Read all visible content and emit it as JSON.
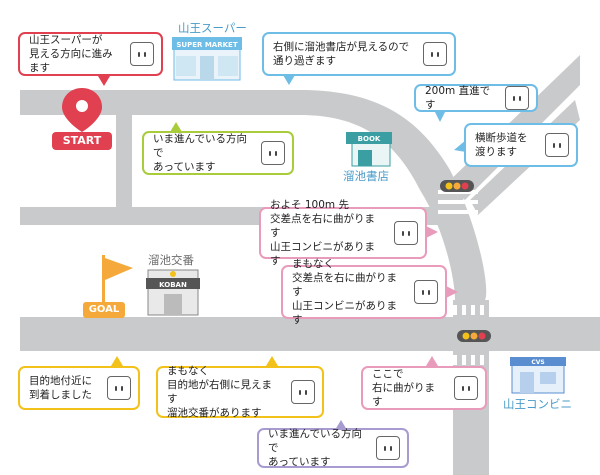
{
  "markers": {
    "start": "START",
    "goal": "GOAL"
  },
  "buildings": {
    "supermarket": {
      "name": "山王スーパー",
      "sign": "SUPER MARKET"
    },
    "bookstore": {
      "name": "溜池書店",
      "sign": "BOOK"
    },
    "koban": {
      "name": "溜池交番",
      "sign": "KOBAN"
    },
    "convenience": {
      "name": "山王コンビニ",
      "sign": "CVS"
    }
  },
  "bubbles": {
    "b1": "山王スーパーが\n見える方向に進みます",
    "b2": "右側に溜池書店が見えるので\n通り過ぎます",
    "b3": "200m 直進です",
    "b4": "いま進んでいる方向で\nあっています",
    "b5": "横断歩道を\n渡ります",
    "b6": "およそ 100m 先\n交差点を右に曲がります\n山王コンビニがあります",
    "b7": "まもなく\n交差点を右に曲がります\n山王コンビニがあります",
    "b8": "目的地付近に\n到着しました",
    "b9": "まもなく\n目的地が右側に見えます\n溜池交番があります",
    "b10": "ここで\n右に曲がります",
    "b11": "いま進んでいる方向で\nあっています"
  },
  "colors": {
    "road": "#c9cacb",
    "start": "#e0404f",
    "goal": "#f4a93a",
    "red": "#e0404f",
    "blue": "#6ebde6",
    "green": "#a9cc3b",
    "pink": "#e89bbb",
    "yellow": "#f2c21a",
    "purple": "#a89bcf"
  },
  "icons": [
    "map-pin-icon",
    "goal-flag-icon",
    "traffic-light-icon",
    "face-icon"
  ]
}
